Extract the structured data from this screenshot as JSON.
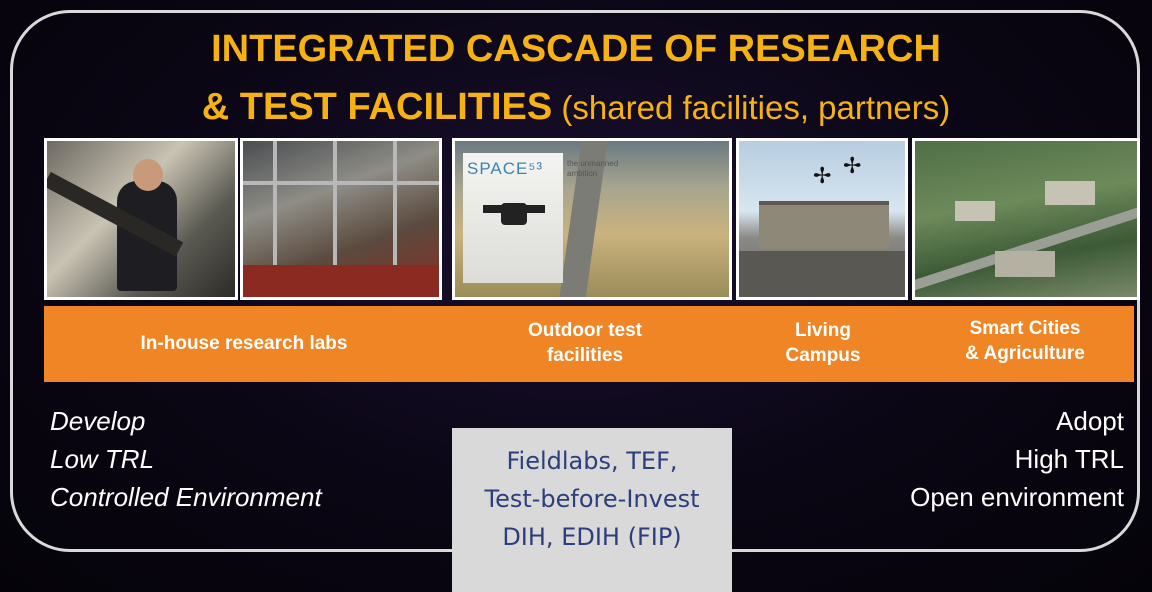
{
  "title": {
    "line1": "INTEGRATED CASCADE OF RESEARCH",
    "line2_bold": "& TEST FACILITIES",
    "line2_sub": " (shared facilities, partners)"
  },
  "photos": {
    "space53_logo": "SPACE⁵³",
    "space53_tagline": "the unmanned ambition"
  },
  "categories": {
    "in_house": "In-house research labs",
    "outdoor_1": "Outdoor test",
    "outdoor_2": "facilities",
    "living_1": "Living",
    "living_2": "Campus",
    "smart_1": "Smart Cities",
    "smart_2": "& Agriculture"
  },
  "left_column": [
    "Develop",
    "Low TRL",
    "Controlled Environment"
  ],
  "right_column": [
    "Adopt",
    "High TRL",
    "Open environment"
  ],
  "callout": [
    "Fieldlabs, TEF,",
    "Test-before-Invest",
    "DIH, EDIH (FIP)"
  ],
  "colors": {
    "title": "#f6b214",
    "bar": "#ef8524",
    "callout_bg": "#d9d9d9",
    "callout_text": "#2c3e7c"
  }
}
